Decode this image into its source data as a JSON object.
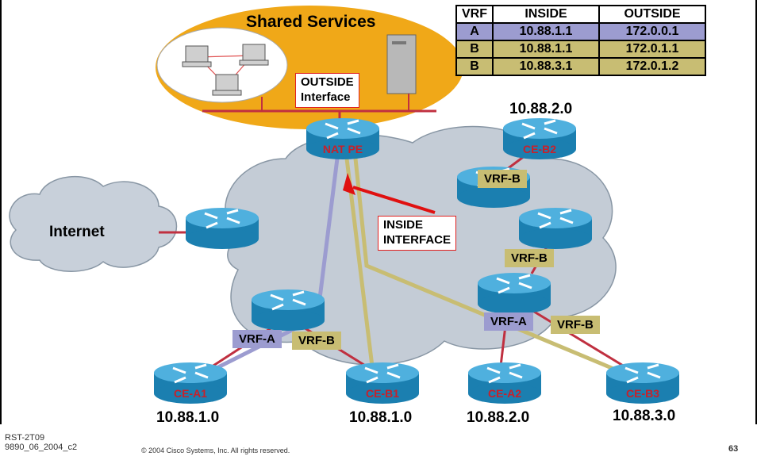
{
  "shared_services": {
    "title": "Shared Services",
    "outside_label_line1": "OUTSIDE",
    "outside_label_line2": "Interface"
  },
  "inside_label": {
    "line1": "INSIDE",
    "line2": "INTERFACE"
  },
  "cloud_internet": "Internet",
  "routers": {
    "nat_pe": "NAT PE",
    "ce_b2": "CE-B2",
    "ce_a1": "CE-A1",
    "ce_b1": "CE-B1",
    "ce_a2": "CE-A2",
    "ce_b3": "CE-B3"
  },
  "vrf_tags": {
    "b_top": "VRF-B",
    "b_mid": "VRF-B",
    "a_right": "VRF-A",
    "b_right": "VRF-B",
    "a_left": "VRF-A",
    "b_left": "VRF-B"
  },
  "subnets": {
    "top_right": "10.88.2.0",
    "a1": "10.88.1.0",
    "b1": "10.88.1.0",
    "a2": "10.88.2.0",
    "b3": "10.88.3.0"
  },
  "table": {
    "headers": [
      "VRF",
      "INSIDE",
      "OUTSIDE"
    ],
    "rows": [
      {
        "vrf": "A",
        "inside": "10.88.1.1",
        "outside": "172.0.0.1"
      },
      {
        "vrf": "B",
        "inside": "10.88.1.1",
        "outside": "172.0.1.1"
      },
      {
        "vrf": "B",
        "inside": "10.88.3.1",
        "outside": "172.0.1.2"
      }
    ]
  },
  "footer": {
    "code1": "RST-2T09",
    "code2": "9890_06_2004_c2",
    "copyright": "© 2004 Cisco Systems, Inc. All rights reserved.",
    "page": "63"
  },
  "colors": {
    "vrf_a": "#9c9cd0",
    "vrf_b": "#c8bd73",
    "router": "#2a8fc0",
    "link": "#c03040",
    "shared": "#f0a818"
  }
}
